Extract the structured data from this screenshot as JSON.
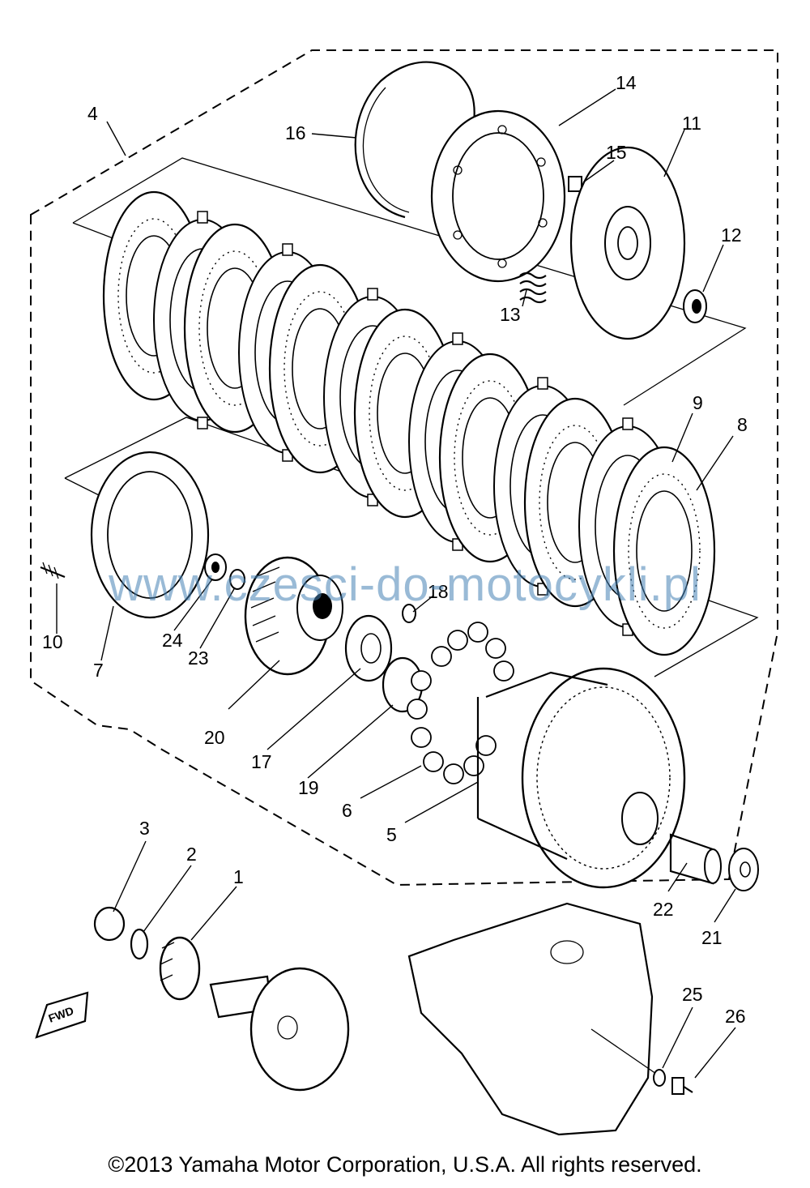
{
  "diagram": {
    "part_labels": [
      "1",
      "2",
      "3",
      "4",
      "5",
      "6",
      "7",
      "8",
      "9",
      "10",
      "11",
      "12",
      "13",
      "14",
      "15",
      "16",
      "17",
      "18",
      "19",
      "20",
      "21",
      "22",
      "23",
      "24",
      "25",
      "26"
    ],
    "fwd_mark": "FWD"
  },
  "watermark": "www.czesci-do-motocykli.pl",
  "footer": {
    "copyright": "©2013 Yamaha Motor Corporation, U.S.A. All rights reserved."
  }
}
